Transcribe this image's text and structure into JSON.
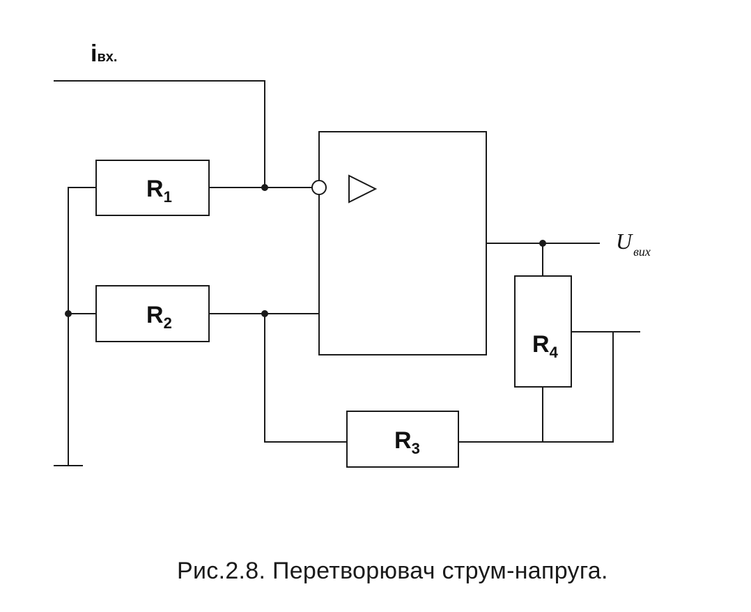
{
  "input_current": {
    "main": "i",
    "sub": "вх."
  },
  "output_voltage": {
    "main": "U",
    "sub": "вих"
  },
  "resistors": [
    {
      "id": "r1",
      "letter": "R",
      "index": "1"
    },
    {
      "id": "r2",
      "letter": "R",
      "index": "2"
    },
    {
      "id": "r3",
      "letter": "R",
      "index": "3"
    },
    {
      "id": "r4",
      "letter": "R",
      "index": "4"
    }
  ],
  "opamp_symbol": "triangle",
  "caption": "Рис.2.8. Перетворювач струм-напруга."
}
